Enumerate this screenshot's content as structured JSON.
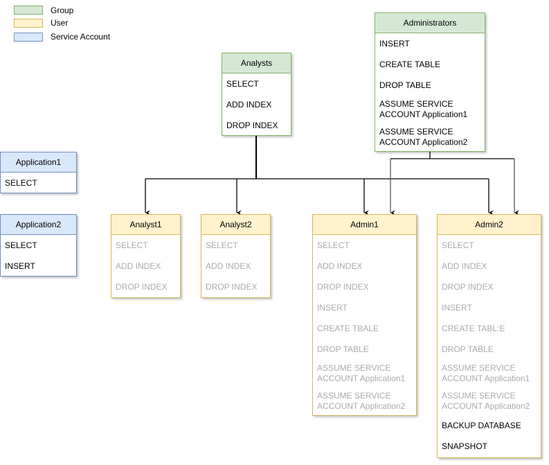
{
  "legend": [
    {
      "label": "Group",
      "color": "#d5e8d4"
    },
    {
      "label": "User",
      "color": "#fff2cc"
    },
    {
      "label": "Service Account",
      "color": "#dae8fc"
    }
  ],
  "groups": {
    "analysts": {
      "title": "Analysts",
      "items": [
        "SELECT",
        "ADD INDEX",
        "DROP INDEX"
      ]
    },
    "administrators": {
      "title": "Administrators",
      "items": [
        "INSERT",
        "CREATE TABLE",
        "DROP TABLE",
        "ASSUME SERVICE ACCOUNT Application1",
        "ASSUME SERVICE ACCOUNT Application2"
      ]
    }
  },
  "service_accounts": {
    "application1": {
      "title": "Application1",
      "items": [
        "SELECT"
      ]
    },
    "application2": {
      "title": "Application2",
      "items": [
        "SELECT",
        "INSERT"
      ]
    }
  },
  "users": {
    "analyst1": {
      "title": "Analyst1",
      "inherited": [
        "SELECT",
        "ADD INDEX",
        "DROP INDEX"
      ]
    },
    "analyst2": {
      "title": "Analyst2",
      "inherited": [
        "SELECT",
        "ADD INDEX",
        "DROP INDEX"
      ]
    },
    "admin1": {
      "title": "Admin1",
      "inherited": [
        "SELECT",
        "ADD INDEX",
        "DROP INDEX",
        "INSERT",
        "CREATE TBALE",
        "DROP TABLE",
        "ASSUME SERVICE ACCOUNT Application1",
        "ASSUME SERVICE ACCOUNT Application2"
      ]
    },
    "admin2": {
      "title": "Admin2",
      "inherited": [
        "SELECT",
        "ADD INDEX",
        "DROP INDEX",
        "INSERT",
        "CREATE TABL:E",
        "DROP TABLE",
        "ASSUME SERVICE ACCOUNT Application1",
        "ASSUME SERVICE ACCOUNT Application2"
      ],
      "own": [
        "BACKUP DATABASE",
        "SNAPSHOT"
      ]
    }
  },
  "colors": {
    "group_fill": "#d5e8d4",
    "group_border": "#82b366",
    "user_fill": "#fff2cc",
    "user_border": "#d6b656",
    "service_fill": "#dae8fc",
    "service_border": "#6c8ebf",
    "inherited_text": "#aaaaaa"
  }
}
